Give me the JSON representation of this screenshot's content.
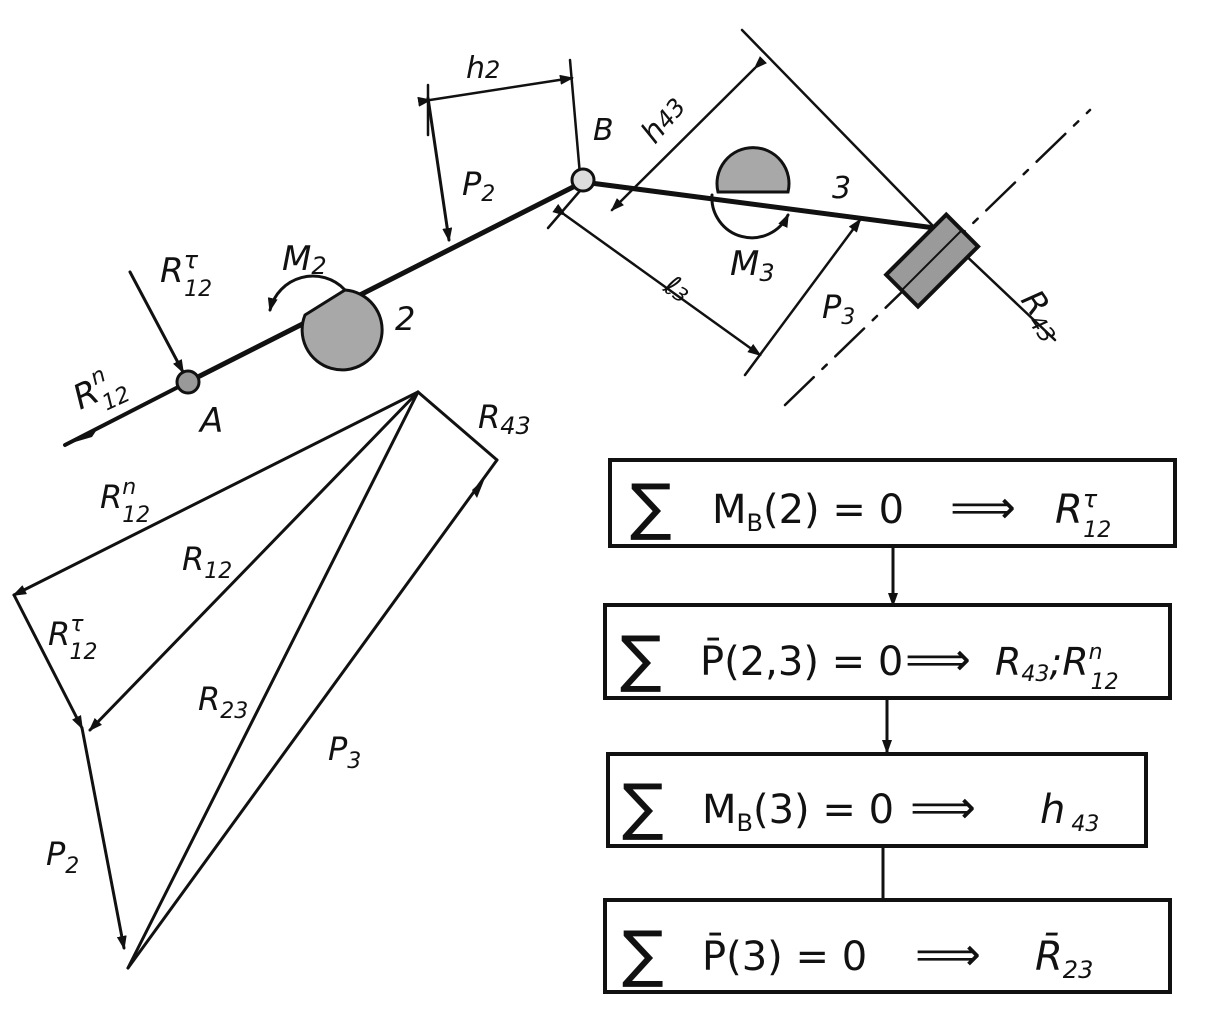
{
  "mechanism": {
    "point_a": "A",
    "point_b": "B",
    "link2_num": "2",
    "link3_num": "3",
    "moment2": {
      "base": "M",
      "sub": "2"
    },
    "moment3": {
      "base": "M",
      "sub": "3"
    },
    "arm_h2": {
      "base": "h",
      "sub": "2"
    },
    "arm_h43": {
      "base": "h",
      "sub": "43"
    },
    "arm_l3": {
      "base": "ℓ",
      "sub": "3"
    },
    "force_p2": {
      "base": "P",
      "sub": "2"
    },
    "force_p3": {
      "base": "P",
      "sub": "3"
    },
    "force_r12t": {
      "base": "R",
      "sup": "τ",
      "sub": "12"
    },
    "force_r12n": {
      "base": "R",
      "sup": "n",
      "sub": "12"
    },
    "force_r43": {
      "base": "R",
      "sub": "43"
    }
  },
  "polygon": {
    "r43": {
      "base": "R",
      "sub": "43"
    },
    "r12n": {
      "base": "R",
      "sup": "n",
      "sub": "12"
    },
    "r12": {
      "base": "R",
      "sub": "12"
    },
    "r12t": {
      "base": "R",
      "sup": "τ",
      "sub": "12"
    },
    "r23": {
      "base": "R",
      "sub": "23"
    },
    "p3": {
      "base": "P",
      "sub": "3"
    },
    "p2": {
      "base": "P",
      "sub": "2"
    }
  },
  "equations": [
    {
      "lhs_a": "M",
      "lhs_sub": "B",
      "lhs_b": "(2) = 0",
      "rhs": "R",
      "rhs_sup": "τ",
      "rhs_sub": "12",
      "rhs_tail": ""
    },
    {
      "lhs_a": "P̄",
      "lhs_sub": "",
      "lhs_b": "(2,3) = 0",
      "rhs": "R",
      "rhs_sup": "",
      "rhs_sub": "43",
      "rhs_tail": ";R"
    },
    {
      "lhs_a": "M",
      "lhs_sub": "B",
      "lhs_b": "(3) = 0",
      "rhs": "h",
      "rhs_sup": "",
      "rhs_sub": "43",
      "rhs_tail": ""
    },
    {
      "lhs_a": "P̄",
      "lhs_sub": "",
      "lhs_b": "(3) = 0",
      "rhs": "R̄",
      "rhs_sup": "",
      "rhs_sub": "23",
      "rhs_tail": ""
    }
  ],
  "eq2_tail": {
    "sup": "n",
    "sub": "12"
  },
  "sum_symbol": "∑",
  "arrow_symbol": "⟹"
}
